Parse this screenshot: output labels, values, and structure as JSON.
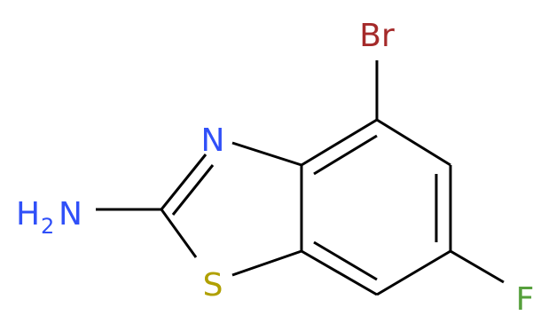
{
  "molecule": {
    "atoms": {
      "br": {
        "label": "Br",
        "color": "#a52a2a"
      },
      "n": {
        "label": "N",
        "color": "#3050f8"
      },
      "nh2": {
        "label": "H",
        "subscript": "2",
        "suffix": "N",
        "color": "#3050f8"
      },
      "s": {
        "label": "S",
        "color": "#b0a000"
      },
      "f": {
        "label": "F",
        "color": "#56a03c"
      }
    },
    "bond_color": "#000000"
  }
}
